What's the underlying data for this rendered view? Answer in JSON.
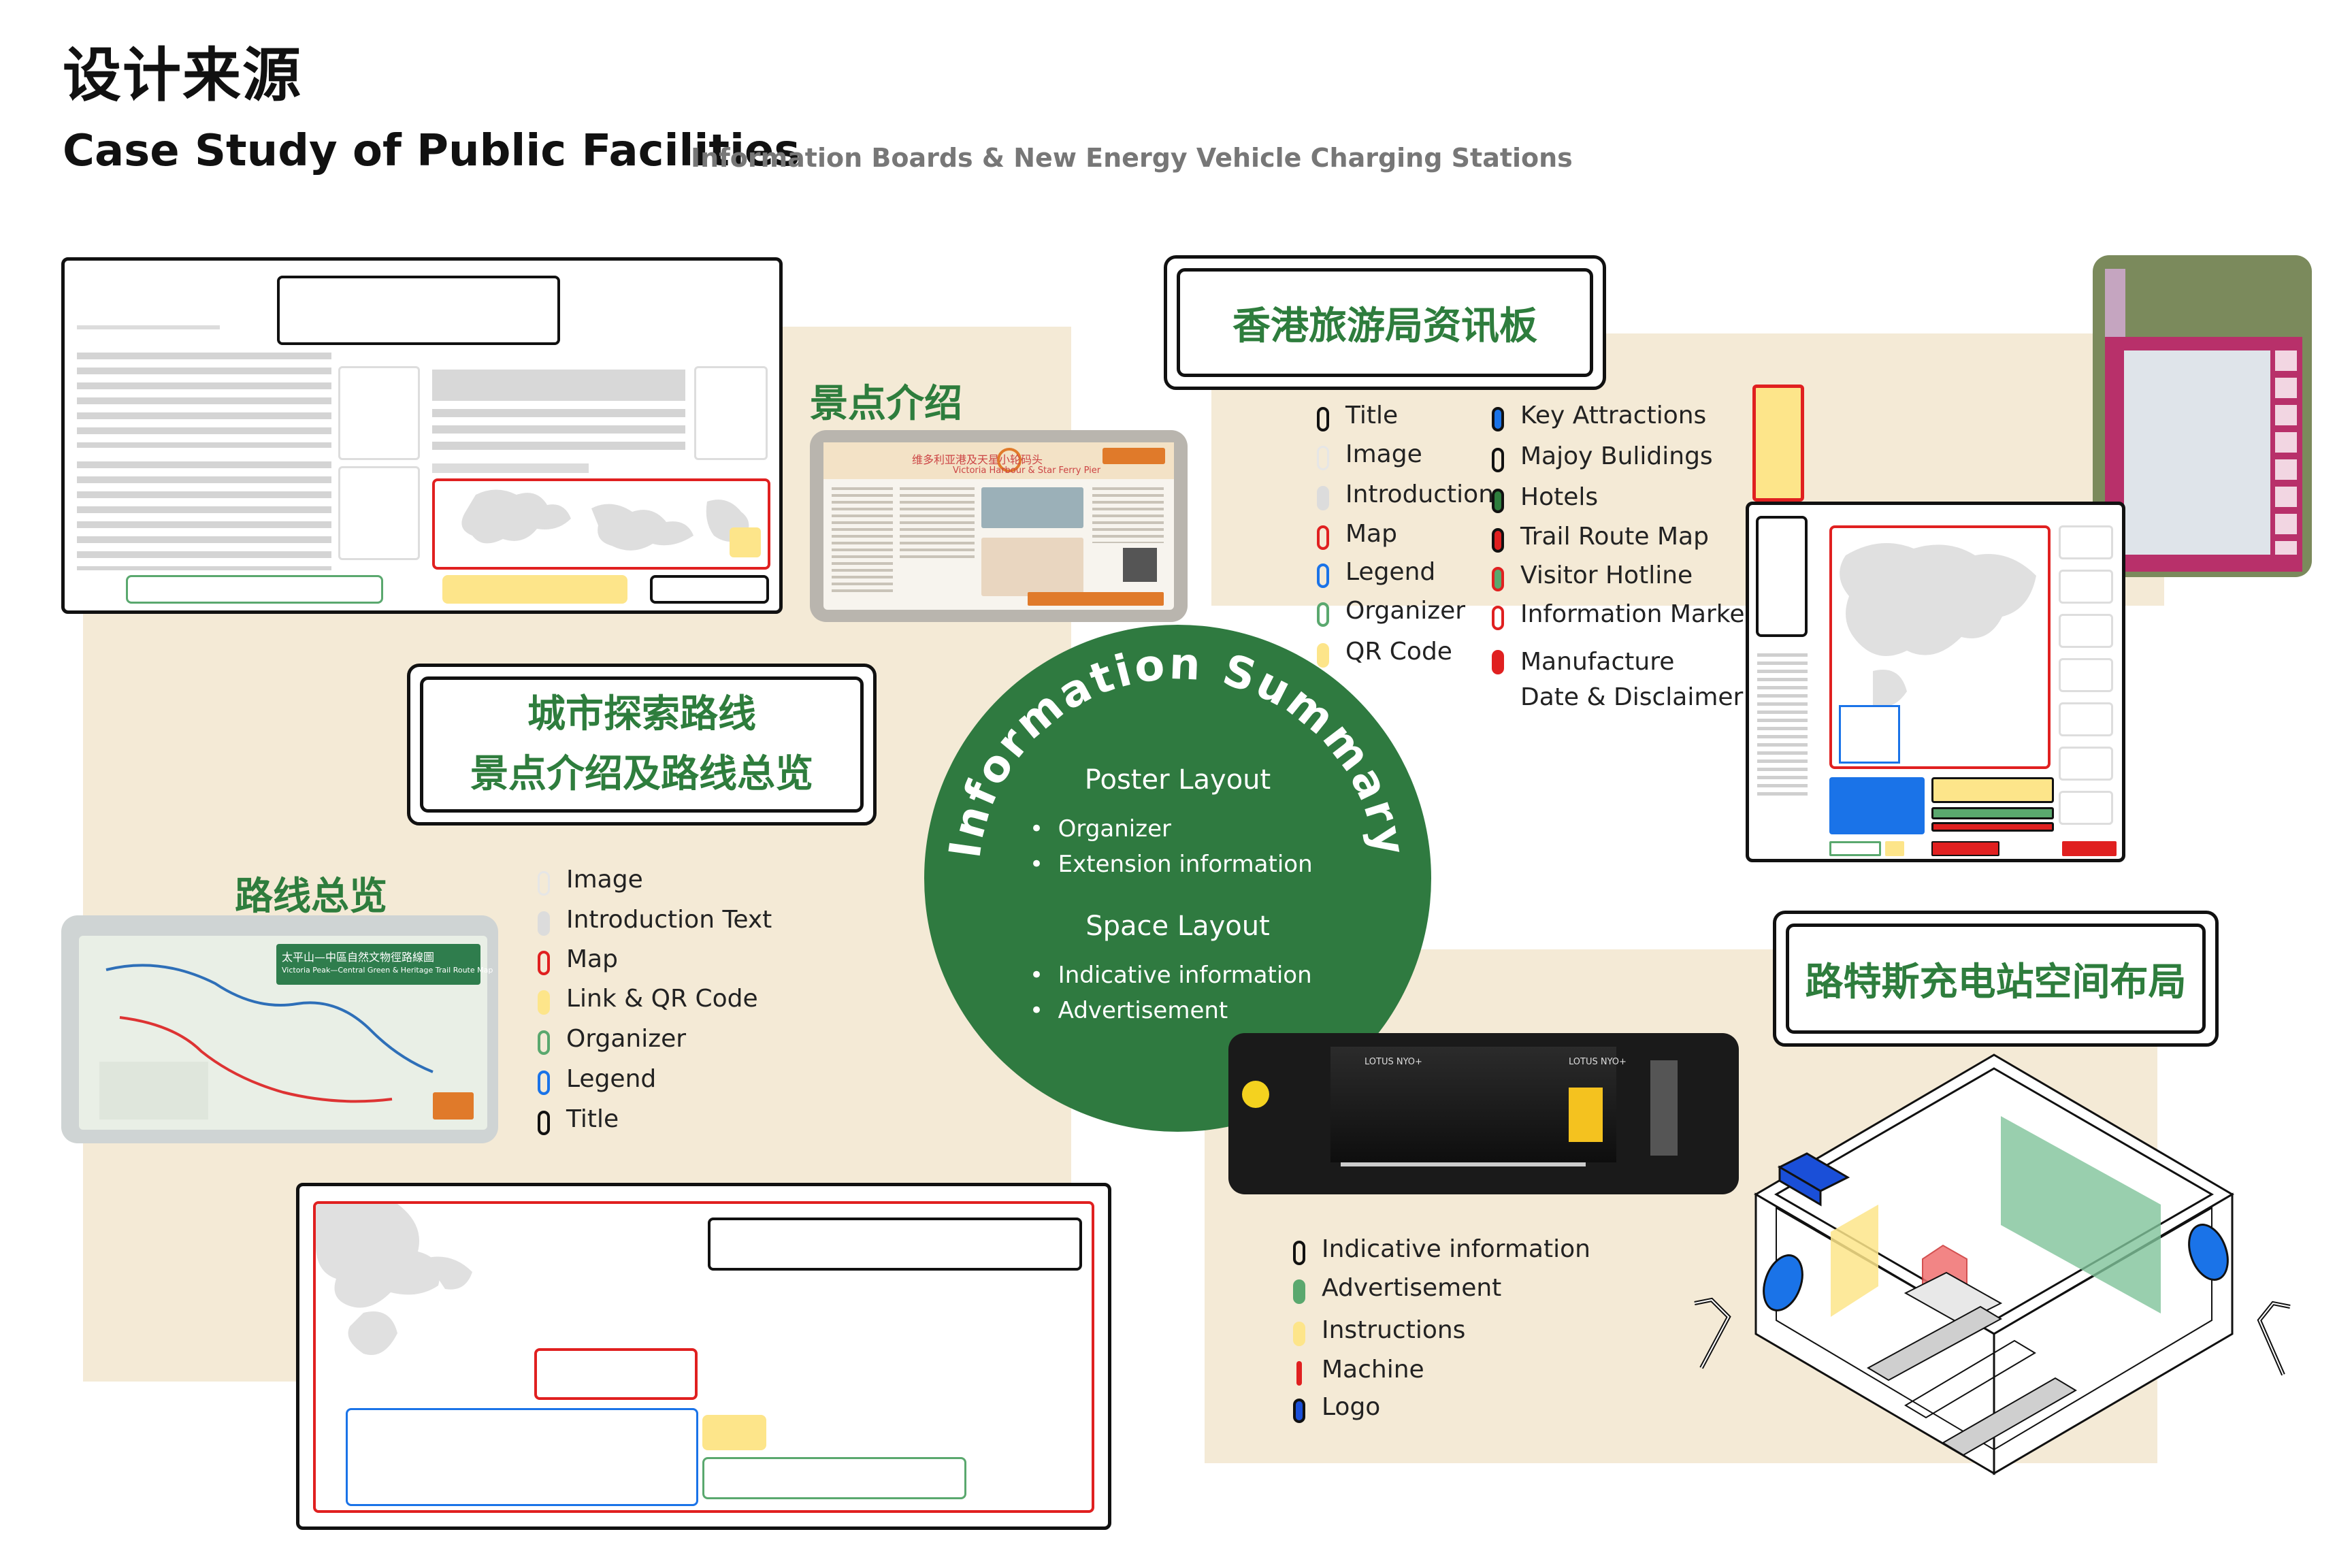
{
  "header": {
    "title": "设计来源",
    "subtitle": "Case Study of Public Facilities",
    "subtitle_note": "Information Boards & New Energy Vehicle Charging Stations"
  },
  "colors": {
    "green": "#2e7d3d",
    "cream": "#f4ead6",
    "red": "#e02020",
    "blue": "#1a73e8",
    "yellow": "#fde58a",
    "light_green": "#5aa86e",
    "gray": "#dcdcdc"
  },
  "labels": {
    "scenic_intro": "景点介绍",
    "city_route_line1": "城市探索路线",
    "city_route_line2": "景点介绍及路线总览",
    "route_overview": "路线总览",
    "hktb_board": "香港旅游局资讯板",
    "lotus_layout": "路特斯充电站空间布局"
  },
  "summary": {
    "arc_title": "Information Summary",
    "poster_heading": "Poster Layout",
    "poster_items": [
      "Organizer",
      "Extension information"
    ],
    "space_heading": "Space Layout",
    "space_items": [
      "Indicative information",
      "Advertisement"
    ]
  },
  "legend_route": [
    {
      "label": "Image",
      "color": "#e6e6e6",
      "style": "outline"
    },
    {
      "label": "Introduction Text",
      "color": "#dcdcdc",
      "style": "fill"
    },
    {
      "label": "Map",
      "color": "#e02020",
      "style": "outline"
    },
    {
      "label": "Link & QR Code",
      "color": "#fde58a",
      "style": "fill"
    },
    {
      "label": "Organizer",
      "color": "#5aa86e",
      "style": "outline"
    },
    {
      "label": "Legend",
      "color": "#1a73e8",
      "style": "outline"
    },
    {
      "label": "Title",
      "color": "#111111",
      "style": "outline"
    }
  ],
  "legend_hktb_left": [
    {
      "label": "Title",
      "color": "#111111",
      "style": "outline"
    },
    {
      "label": "Image",
      "color": "#e6e6e6",
      "style": "outline"
    },
    {
      "label": "Introduction",
      "color": "#dcdcdc",
      "style": "fill"
    },
    {
      "label": "Map",
      "color": "#e02020",
      "style": "outline"
    },
    {
      "label": "Legend",
      "color": "#1a73e8",
      "style": "outline"
    },
    {
      "label": "Organizer",
      "color": "#5aa86e",
      "style": "outline"
    },
    {
      "label": "QR Code",
      "color": "#fde58a",
      "style": "fill"
    }
  ],
  "legend_hktb_right": [
    {
      "label": "Key Attractions",
      "color": "#1a73e8",
      "style": "fillborder"
    },
    {
      "label": "Majoy Bulidings",
      "color": "#111111",
      "style": "outline"
    },
    {
      "label": "Hotels",
      "color": "#2e7d3d",
      "style": "outline"
    },
    {
      "label": "Trail Route Map",
      "color": "#e02020",
      "style": "fillborder"
    },
    {
      "label": "Visitor Hotline",
      "color": "#e02020",
      "style": "greenfill"
    },
    {
      "label": "Information Marker",
      "color": "#e02020",
      "style": "outline"
    },
    {
      "label": "Manufacture",
      "label2": "Date & Disclaimer",
      "color": "#e02020",
      "style": "fill"
    }
  ],
  "legend_lotus": [
    {
      "label": "Indicative information",
      "color": "#111111",
      "style": "outline"
    },
    {
      "label": "Advertisement",
      "color": "#5aa86e",
      "style": "fill"
    },
    {
      "label": "Instructions",
      "color": "#fde58a",
      "style": "fill"
    },
    {
      "label": "Machine",
      "color": "#e02020",
      "style": "thin"
    },
    {
      "label": "Logo",
      "color": "#1a4fd8",
      "style": "fillborder"
    }
  ],
  "photos": {
    "victoria_board_title": "维多利亚港及天星小轮码头",
    "victoria_board_sub": "Victoria Harbour & Star Ferry Pier",
    "peak_board_title": "太平山—中區自然文物徑路線圖",
    "peak_board_sub": "Victoria Peak—Central Green & Heritage Trail Route Map",
    "lotus_sign": "LOTUS NYO+"
  }
}
